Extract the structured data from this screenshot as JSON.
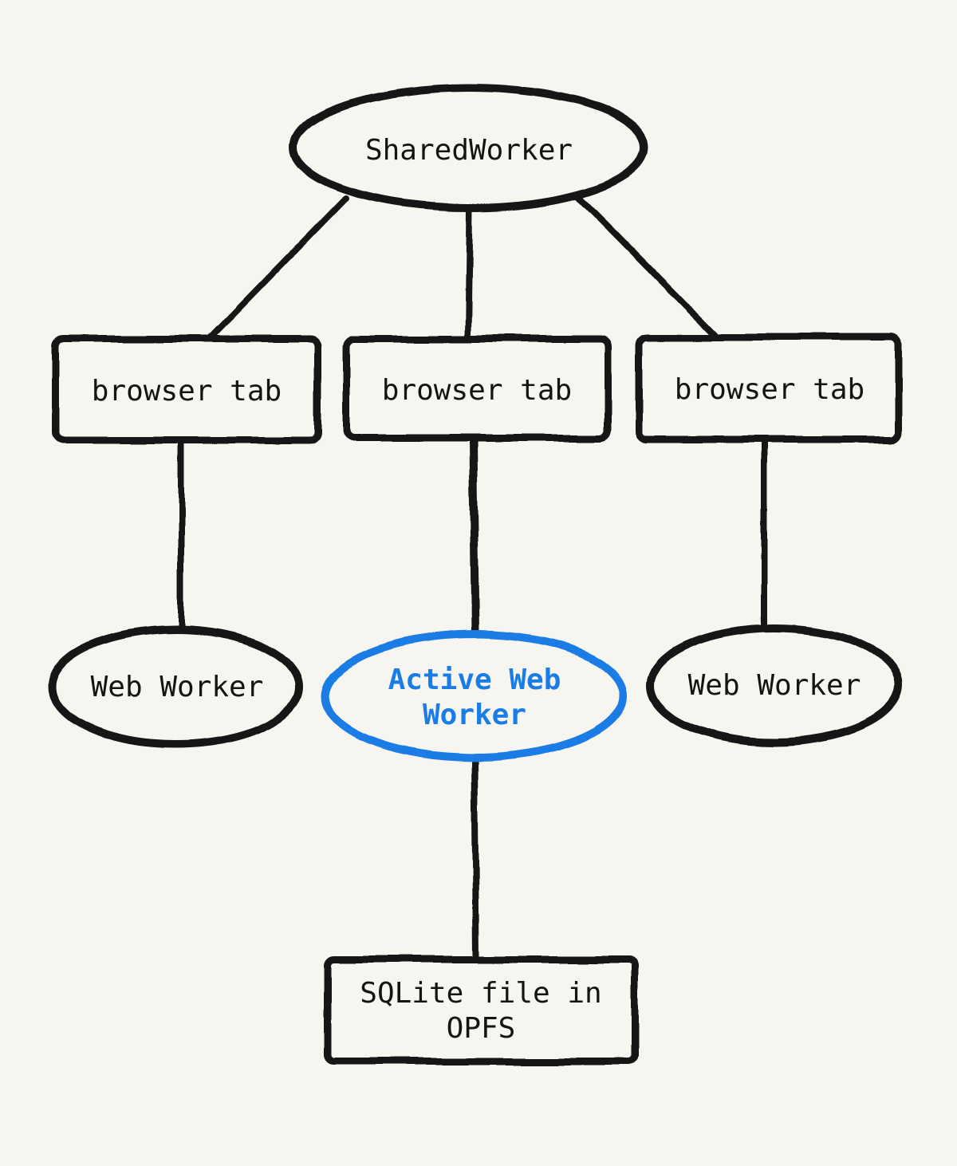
{
  "page": {
    "background_color": "#f6f5f0",
    "stroke_color": "#141414",
    "accent_color": "#1a7ce6"
  },
  "diagram": {
    "nodes": {
      "shared_worker": {
        "label": "SharedWorker",
        "shape": "ellipse"
      },
      "browser_tab_1": {
        "label": "browser tab",
        "shape": "rectangle"
      },
      "browser_tab_2": {
        "label": "browser tab",
        "shape": "rectangle"
      },
      "browser_tab_3": {
        "label": "browser tab",
        "shape": "rectangle"
      },
      "web_worker_1": {
        "label": "Web Worker",
        "shape": "ellipse"
      },
      "active_web_worker": {
        "label": "Active Web Worker",
        "shape": "ellipse",
        "color": "#1a7ce6"
      },
      "web_worker_2": {
        "label": "Web Worker",
        "shape": "ellipse"
      },
      "sqlite_file": {
        "label": "SQLite file in OPFS",
        "shape": "rectangle"
      }
    },
    "edges": [
      {
        "from": "shared_worker",
        "to": "browser_tab_1"
      },
      {
        "from": "shared_worker",
        "to": "browser_tab_2"
      },
      {
        "from": "shared_worker",
        "to": "browser_tab_3"
      },
      {
        "from": "browser_tab_1",
        "to": "web_worker_1"
      },
      {
        "from": "browser_tab_2",
        "to": "active_web_worker"
      },
      {
        "from": "browser_tab_3",
        "to": "web_worker_2"
      },
      {
        "from": "active_web_worker",
        "to": "sqlite_file"
      }
    ]
  }
}
